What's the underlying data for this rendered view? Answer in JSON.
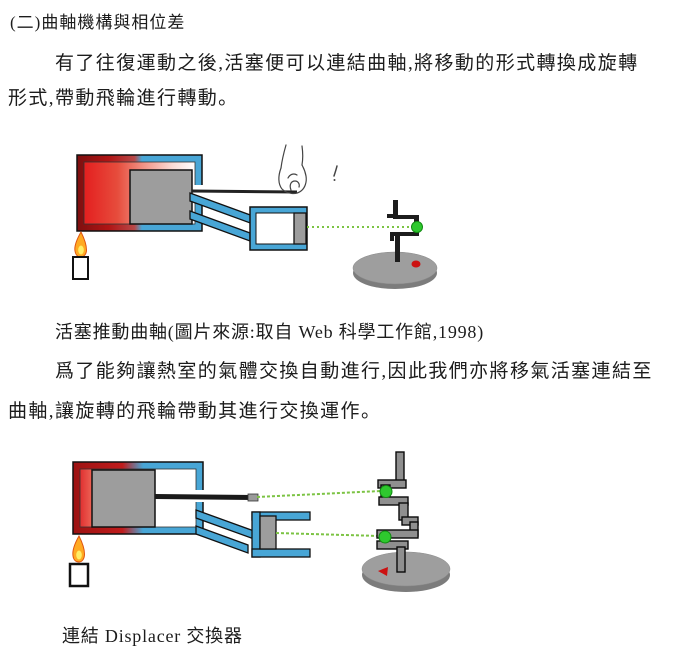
{
  "document": {
    "heading": "(二)曲軸機構與相位差",
    "paragraph1": {
      "line1": "有了往復運動之後,活塞便可以連結曲軸,將移動的形式轉換成旋轉",
      "line2": "形式,帶動飛輪進行轉動。"
    },
    "figure1_caption": "活塞推動曲軸(圖片來源:取自 Web 科學工作館,1998)",
    "paragraph2": {
      "line1": "爲了能夠讓熱室的氣體交換自動進行,因此我們亦將移氣活塞連結至",
      "line2": "曲軸,讓旋轉的飛輪帶動其進行交換運作。"
    },
    "figure2_caption": "連結 Displacer 交換器"
  },
  "colors": {
    "text": "#1c1c1c",
    "hot_red": "#e41f1f",
    "dark_red_frame": "#8a1010",
    "cylinder_blue": "#48a6d6",
    "piston_gray": "#9d9d9d",
    "flywheel_gray": "#9e9e9e",
    "link_green": "#77cc44",
    "crankpin_green": "#2ec82e",
    "marker_red": "#cc1111",
    "flame_orange": "#ffaa22",
    "flame_yellow": "#ffee66"
  }
}
